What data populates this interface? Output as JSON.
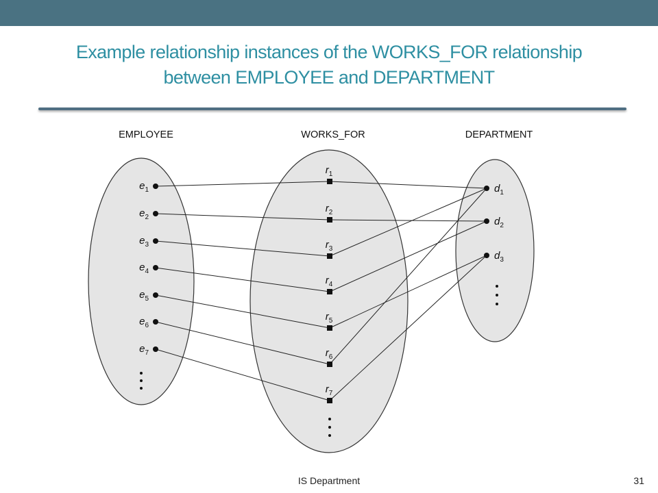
{
  "slide": {
    "title_line1": "Example relationship instances of the WORKS_FOR relationship",
    "title_line2": "between EMPLOYEE and DEPARTMENT",
    "footer": "IS Department",
    "page_number": "31",
    "colors": {
      "header_bar": "#4a7282",
      "title": "#2e8fa2",
      "rule": "#4f6e82",
      "ellipse_fill": "#e5e5e5"
    }
  },
  "diagram": {
    "sets": [
      {
        "key": "employee",
        "label": "EMPLOYEE"
      },
      {
        "key": "works_for",
        "label": "WORKS_FOR"
      },
      {
        "key": "department",
        "label": "DEPARTMENT"
      }
    ],
    "employees": [
      {
        "letter": "e",
        "sub": "1"
      },
      {
        "letter": "e",
        "sub": "2"
      },
      {
        "letter": "e",
        "sub": "3"
      },
      {
        "letter": "e",
        "sub": "4"
      },
      {
        "letter": "e",
        "sub": "5"
      },
      {
        "letter": "e",
        "sub": "6"
      },
      {
        "letter": "e",
        "sub": "7"
      }
    ],
    "relationships": [
      {
        "letter": "r",
        "sub": "1"
      },
      {
        "letter": "r",
        "sub": "2"
      },
      {
        "letter": "r",
        "sub": "3"
      },
      {
        "letter": "r",
        "sub": "4"
      },
      {
        "letter": "r",
        "sub": "5"
      },
      {
        "letter": "r",
        "sub": "6"
      },
      {
        "letter": "r",
        "sub": "7"
      }
    ],
    "departments": [
      {
        "letter": "d",
        "sub": "1"
      },
      {
        "letter": "d",
        "sub": "2"
      },
      {
        "letter": "d",
        "sub": "3"
      }
    ],
    "instances": [
      {
        "employee": "e1",
        "relationship": "r1",
        "department": "d1"
      },
      {
        "employee": "e2",
        "relationship": "r2",
        "department": "d2"
      },
      {
        "employee": "e3",
        "relationship": "r3",
        "department": "d1"
      },
      {
        "employee": "e4",
        "relationship": "r4",
        "department": "d2"
      },
      {
        "employee": "e5",
        "relationship": "r5",
        "department": "d3"
      },
      {
        "employee": "e6",
        "relationship": "r6",
        "department": "d1"
      },
      {
        "employee": "e7",
        "relationship": "r7",
        "department": "d3"
      }
    ]
  }
}
